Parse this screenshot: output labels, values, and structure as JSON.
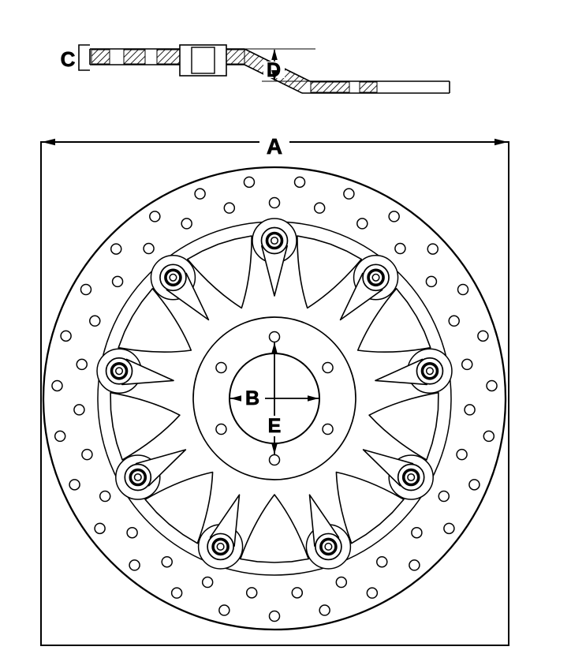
{
  "labels": {
    "outer_diameter": "A",
    "center_bore": "B",
    "thickness": "C",
    "offset_height": "D",
    "pitch_circle_diameter": "E"
  },
  "disc": {
    "float_button_count": 9,
    "spoke_window_count": 9,
    "bolt_hole_count": 6,
    "drill_hole_rings": 2,
    "drill_holes_per_ring": 27
  }
}
